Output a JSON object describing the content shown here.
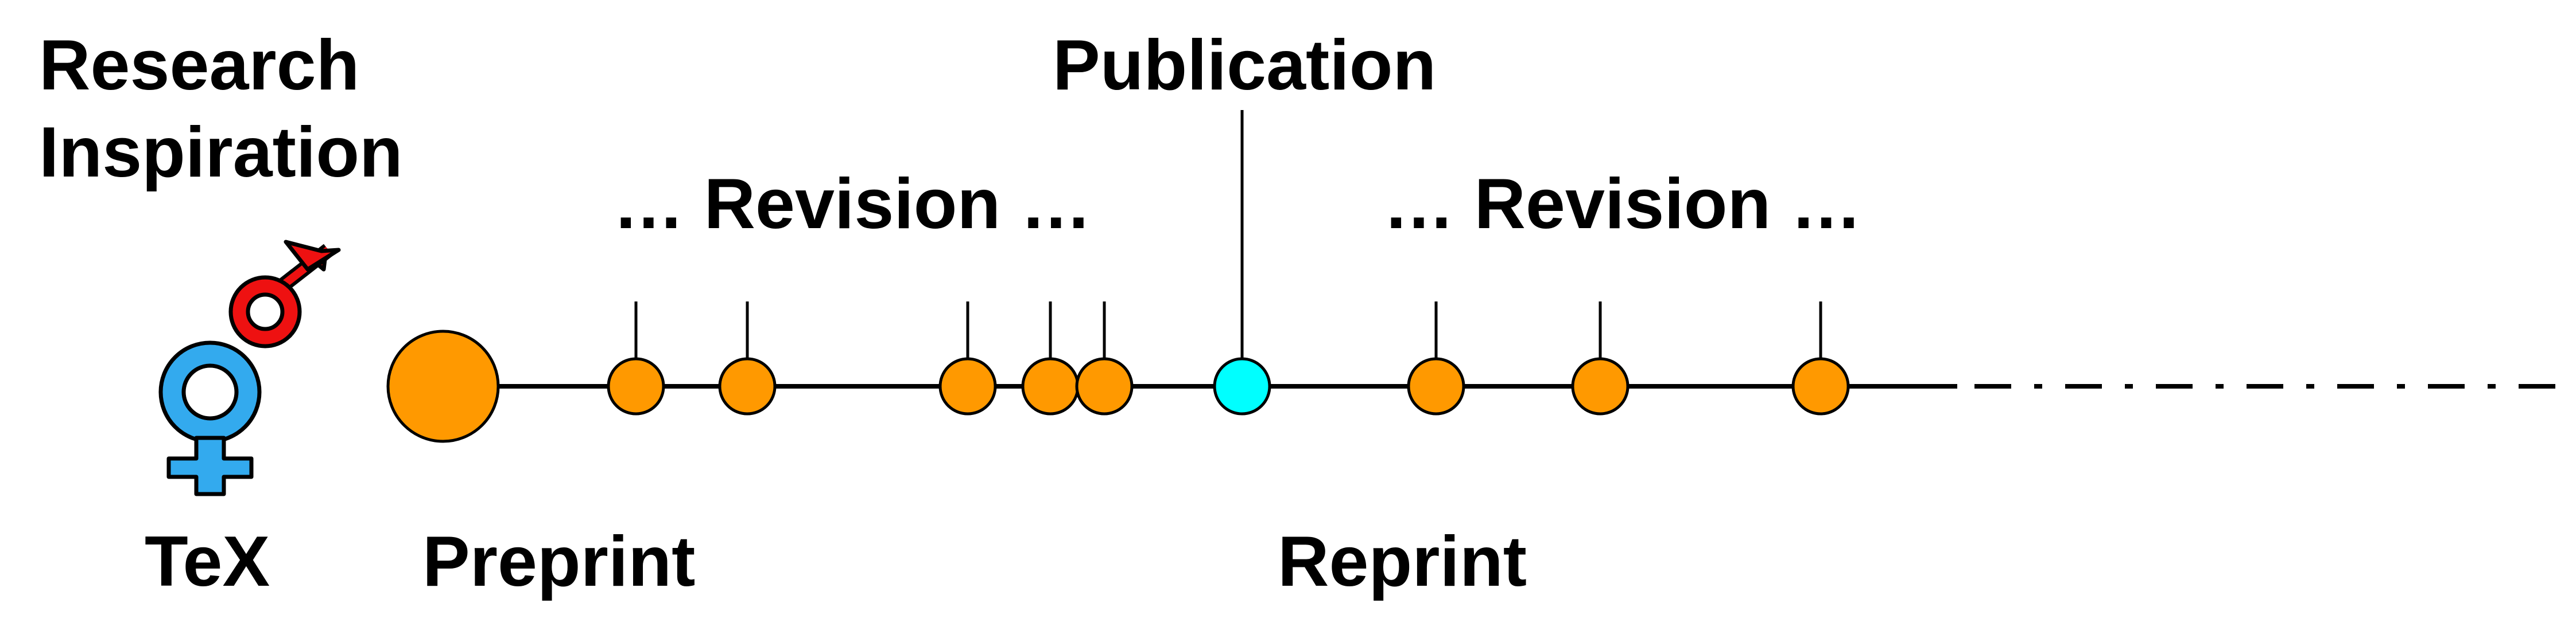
{
  "labels": {
    "research_line1": "Research",
    "research_line2": "Inspiration",
    "tex": "TeX",
    "preprint": "Preprint",
    "publication": "Publication",
    "reprint": "Reprint",
    "revision_left": "… Revision …",
    "revision_right": "… Revision …"
  },
  "symbols": {
    "female_symbol": "venus-icon",
    "male_symbol": "mars-icon"
  },
  "colors": {
    "revision_node": "#FF9900",
    "publication_node": "#00FFFF",
    "female_symbol": "#33AAEE",
    "male_symbol": "#EE1111",
    "line": "#000000"
  }
}
